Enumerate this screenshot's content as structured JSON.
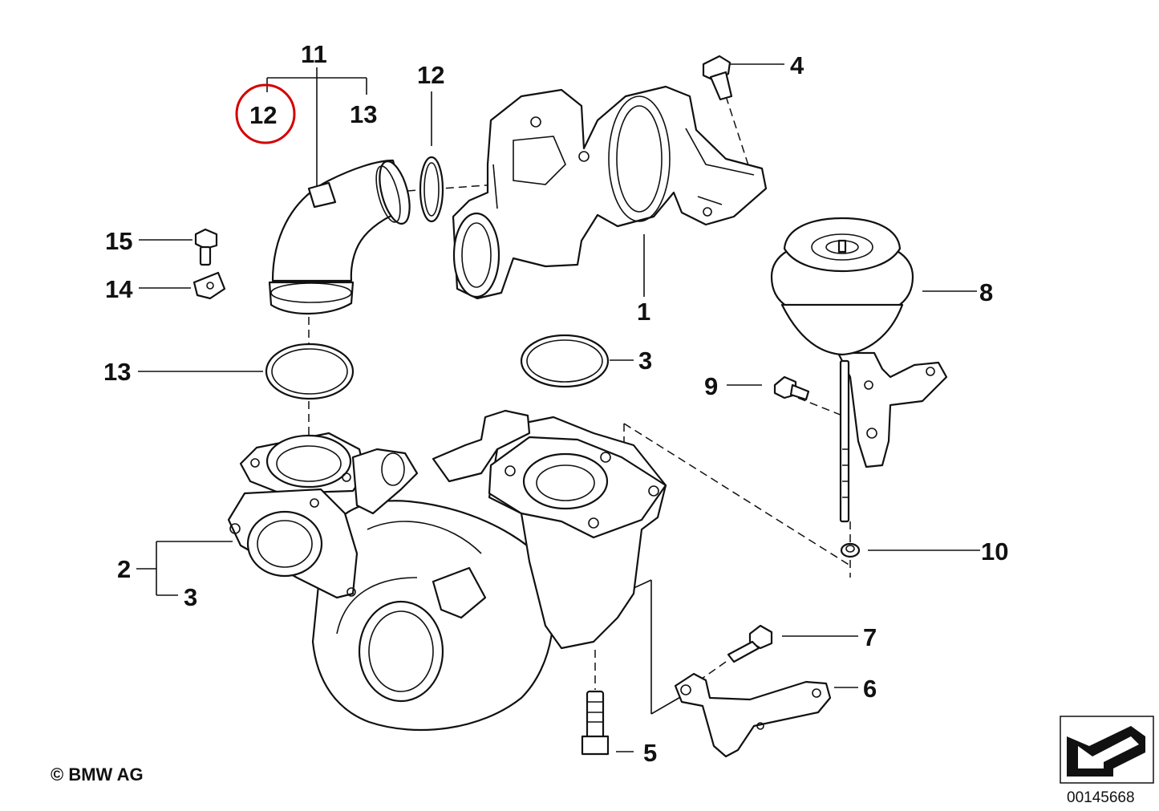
{
  "diagram": {
    "callouts": {
      "c1": "1",
      "c2": "2",
      "c3a": "3",
      "c3b": "3",
      "c4": "4",
      "c5": "5",
      "c6": "6",
      "c7": "7",
      "c8": "8",
      "c9": "9",
      "c10": "10",
      "c11": "11",
      "c12a": "12",
      "c12b": "12",
      "c13a": "13",
      "c13b": "13",
      "c14": "14",
      "c15": "15"
    },
    "highlighted_callout": "12",
    "highlight_color": "#d40000",
    "copyright": "© BMW AG",
    "reference_number": "00145668",
    "corner_icon": "arrow-pointer-icon"
  }
}
